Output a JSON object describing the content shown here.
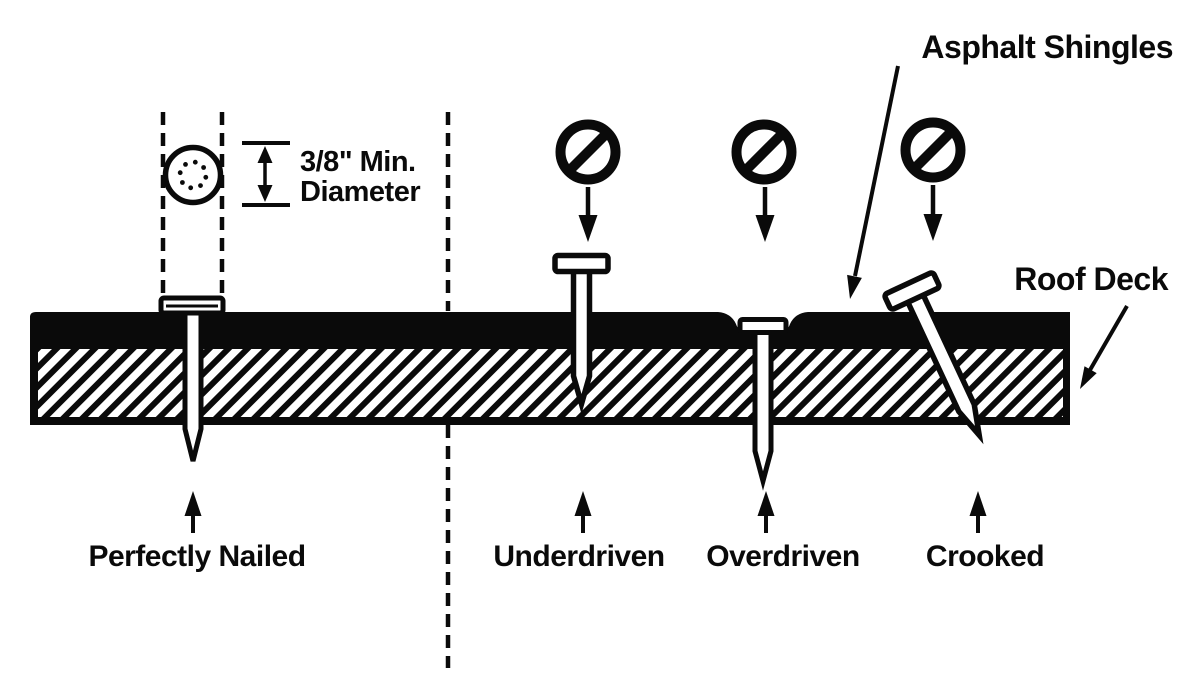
{
  "diagram": {
    "background_color": "#ffffff",
    "ink_color": "#0a0a0a",
    "measurement": {
      "line1": "3/8\" Min.",
      "line2": "Diameter"
    },
    "callouts": {
      "asphalt_shingles": "Asphalt Shingles",
      "roof_deck": "Roof Deck"
    },
    "labels": {
      "perfect": "Perfectly Nailed",
      "underdriven": "Underdriven",
      "overdriven": "Overdriven",
      "crooked": "Crooked"
    },
    "icons": {
      "prohibition": "no-symbol (circle with diagonal slash)",
      "nail_head_top_view": "circle with ring of 8 grip dots"
    }
  }
}
